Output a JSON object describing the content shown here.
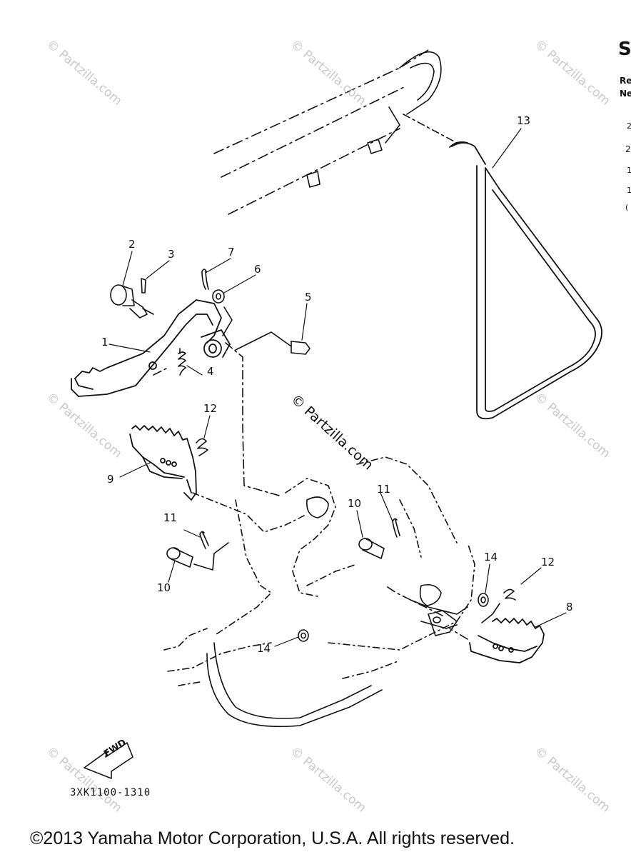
{
  "watermark": "© Partzilla.com",
  "header": {
    "letter": "S",
    "line1": "Re",
    "line2": "Ne",
    "digits": [
      "2",
      "2",
      "1",
      "1",
      "("
    ]
  },
  "callouts": [
    "13",
    "2",
    "3",
    "7",
    "6",
    "5",
    "1",
    "4",
    "12",
    "9",
    "11",
    "10",
    "11",
    "10",
    "14",
    "12",
    "8",
    "14"
  ],
  "arrow_label": "FWD",
  "diagram_code": "3XK1100-1310",
  "copyright": "©2013  Yamaha Motor Corporation, U.S.A. All rights reserved."
}
